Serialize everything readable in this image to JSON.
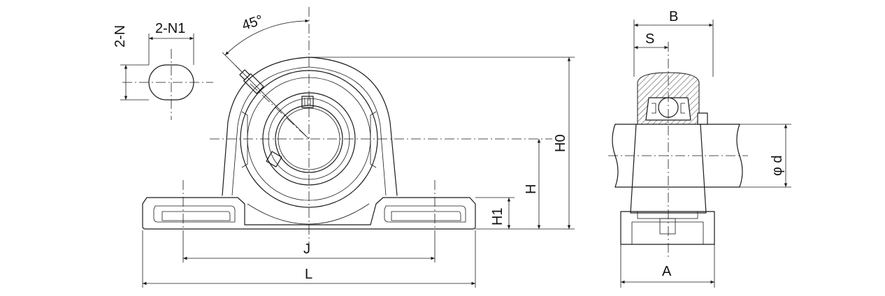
{
  "diagram": {
    "labels": {
      "angle": "45°",
      "slot_height": "2-N",
      "slot_width": "2-N1",
      "j": "J",
      "l": "L",
      "h": "H",
      "h0": "H0",
      "h1": "H1",
      "a": "A",
      "b": "B",
      "s": "S",
      "d": "φ d"
    }
  }
}
